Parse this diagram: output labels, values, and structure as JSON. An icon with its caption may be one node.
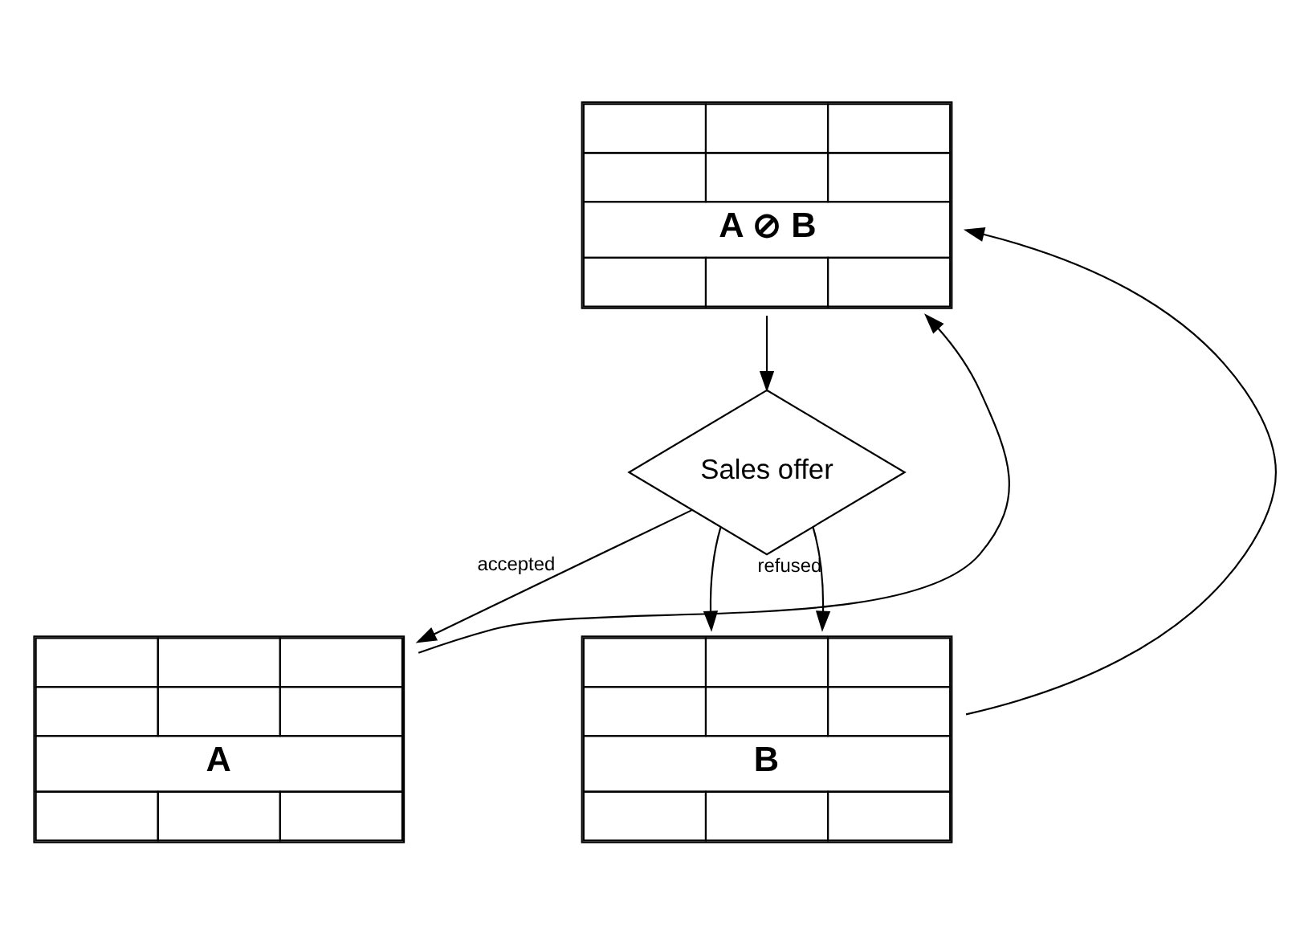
{
  "diagram": {
    "nodes": [
      {
        "text": [
          "A ⊘ B"
        ]
      },
      {
        "text": [
          "Sales offer"
        ]
      },
      {
        "text": [
          "A"
        ]
      },
      {
        "text": [
          "B"
        ]
      }
    ],
    "edges": [
      {
        "from": 0,
        "to": 1,
        "arrow": "to"
      },
      {
        "from": 1,
        "to": 2,
        "arrow": "to",
        "label": "accepted"
      },
      {
        "from": 1,
        "to": 3,
        "arrow": "to"
      },
      {
        "from": 1,
        "to": 3,
        "arrow": "to",
        "label": "refused"
      },
      {
        "from": 2,
        "to": 0,
        "arrow": "to"
      },
      {
        "from": 3,
        "to": 0,
        "arrow": "to"
      }
    ]
  }
}
